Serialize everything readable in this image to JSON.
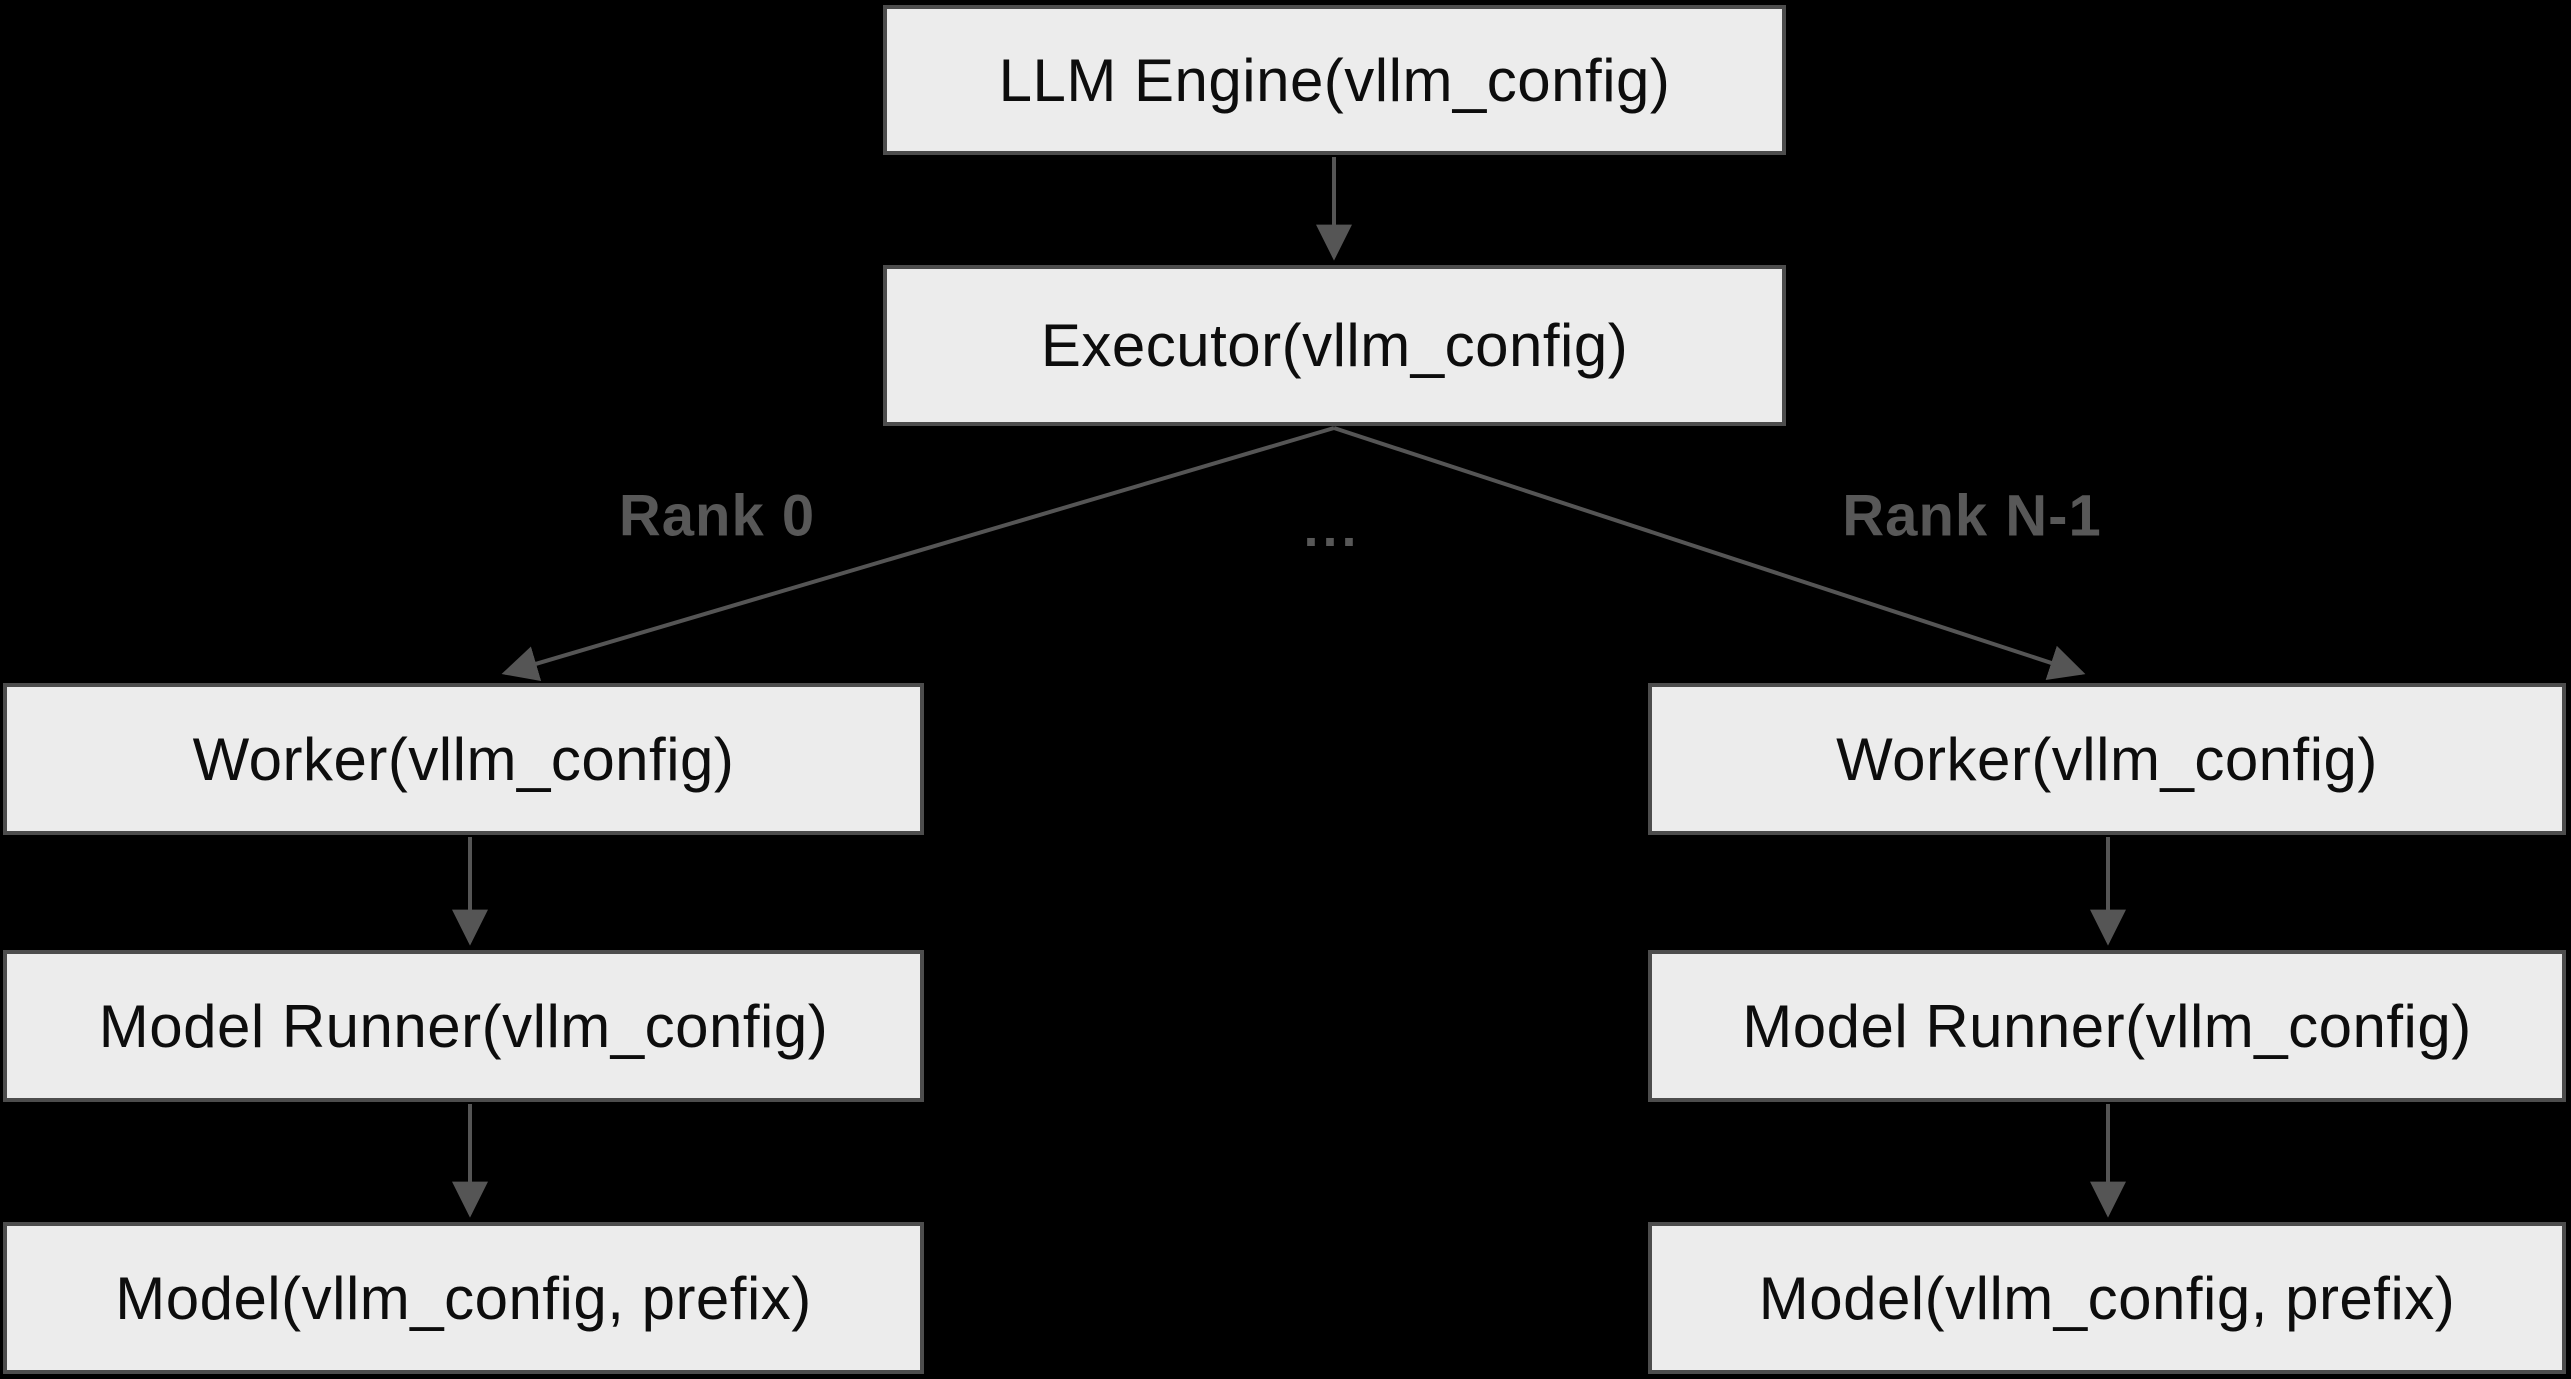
{
  "colors": {
    "background": "#000000",
    "node_fill": "#ececec",
    "node_border": "#4d4d4d",
    "node_text": "#0d0d0d",
    "edge": "#555555",
    "edge_label": "#585858"
  },
  "nodes": {
    "llm_engine": "LLM Engine(vllm_config)",
    "executor": "Executor(vllm_config)",
    "worker_left": "Worker(vllm_config)",
    "worker_right": "Worker(vllm_config)",
    "model_runner_left": "Model Runner(vllm_config)",
    "model_runner_right": "Model Runner(vllm_config)",
    "model_left": "Model(vllm_config, prefix)",
    "model_right": "Model(vllm_config, prefix)"
  },
  "edge_labels": {
    "rank_0": "Rank 0",
    "ellipsis": "...",
    "rank_n_1": "Rank N-1"
  }
}
